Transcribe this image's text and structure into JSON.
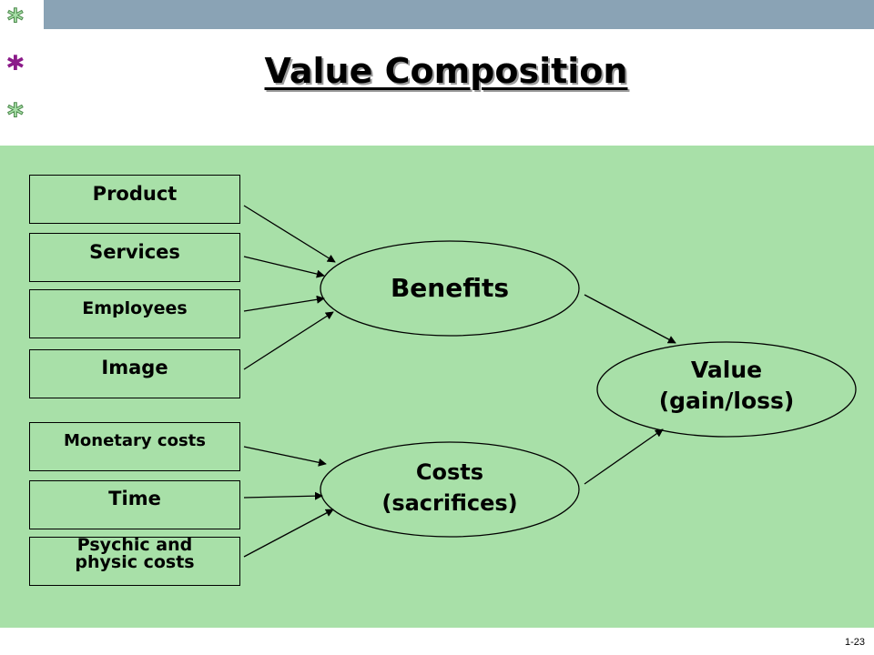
{
  "title": "Value Composition",
  "stars": [
    "*",
    "*",
    "*"
  ],
  "benefit_inputs": [
    "Product",
    "Services",
    "Employees",
    "Image"
  ],
  "cost_inputs": [
    "Monetary costs",
    "Time",
    "Psychic and physic costs"
  ],
  "benefits": "Benefits",
  "costs": {
    "line1": "Costs",
    "line2": "(sacrifices)"
  },
  "value": {
    "line1": "Value",
    "line2": "(gain/loss)"
  },
  "slide_number": "1-23",
  "colors": {
    "topbar": "#8aa3b5",
    "panel": "#a8e0a8",
    "star_magenta": "#8b1a89",
    "star_green": "#a8e0a8",
    "star_dark": "#4d8a4d",
    "ellipse_fill": "#a8e0a8",
    "ink": "#000000"
  }
}
